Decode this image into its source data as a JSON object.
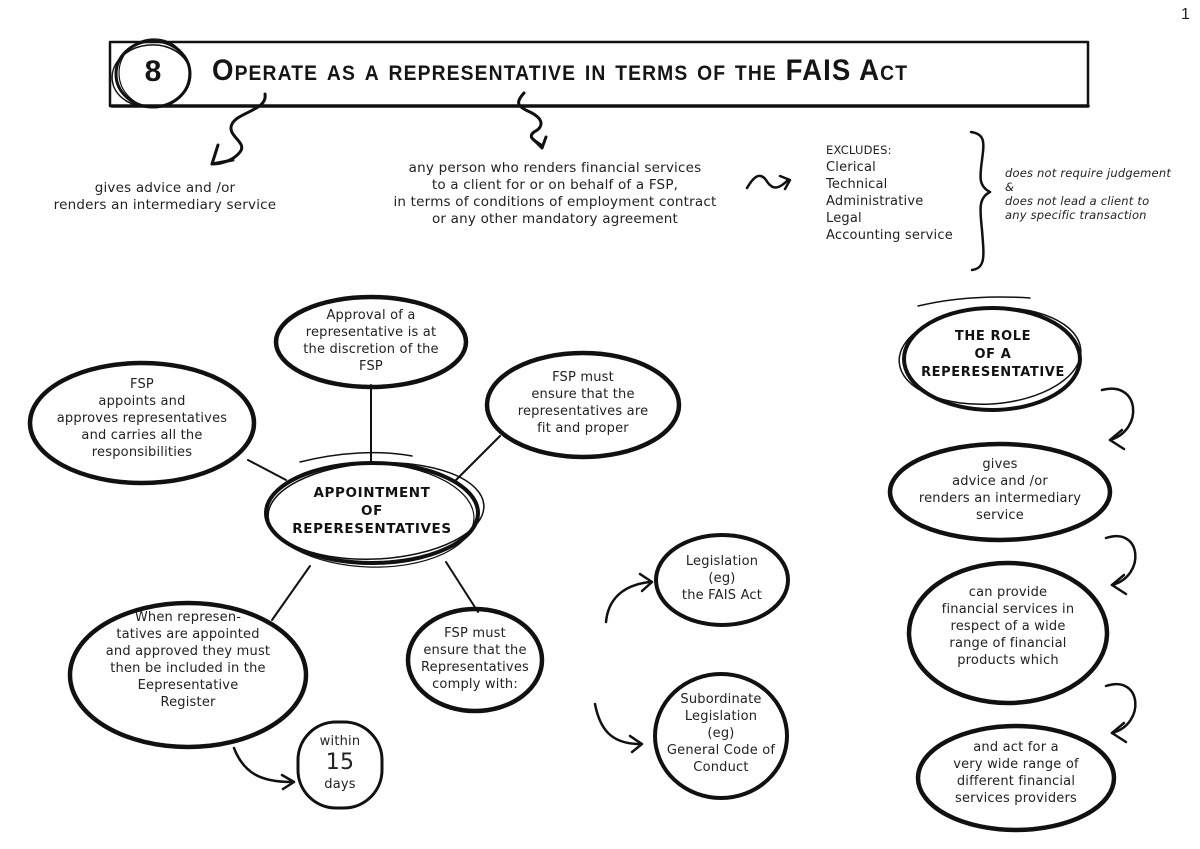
{
  "page": {
    "number": "1"
  },
  "header": {
    "section_number": "8",
    "title": "Operate as a representative in terms of the FAIS Act"
  },
  "top_definitions": {
    "left": [
      "gives advice and /or",
      "renders an intermediary service"
    ],
    "middle": [
      "any person who renders financial services",
      "to a client for or on behalf of a FSP,",
      "in terms of conditions of employment contract",
      "or any other mandatory agreement"
    ],
    "excludes": {
      "label": "EXCLUDES:",
      "items": [
        "Clerical",
        "Technical",
        "Administrative",
        "Legal",
        "Accounting service"
      ],
      "note": [
        "does not require judgement",
        "&",
        "does not lead a client to",
        "any specific transaction"
      ]
    }
  },
  "appointment_map": {
    "center": [
      "APPOINTMENT",
      "OF",
      "REPERESENTATIVES"
    ],
    "nodes": {
      "fsp_appoints": [
        "FSP",
        "appoints and",
        "approves representatives",
        "and carries all the",
        "responsibilities"
      ],
      "approval_discretion": [
        "Approval of a",
        "representative is at",
        "the discretion of the",
        "FSP"
      ],
      "fit_proper": [
        "FSP must",
        "ensure that the",
        "representatives are",
        "fit and proper"
      ],
      "register": [
        "When represen-",
        "tatives are appointed",
        "and approved they must",
        "then be included in the",
        "Eepresentative",
        "Register"
      ],
      "within_days": {
        "top": "within",
        "number": "15",
        "bottom": "days"
      },
      "comply": [
        "FSP must",
        "ensure that the",
        "Representatives",
        "comply with:"
      ],
      "legislation": [
        "Legislation",
        "(eg)",
        "the FAIS Act"
      ],
      "subordinate": [
        "Subordinate",
        "Legislation",
        "(eg)",
        "General Code of",
        "Conduct"
      ]
    }
  },
  "role_chain": {
    "title": [
      "THE ROLE",
      "OF A",
      "REPERESENTATIVE"
    ],
    "steps": [
      [
        "gives",
        "advice and /or",
        "renders an intermediary",
        "service"
      ],
      [
        "can provide",
        "financial services in",
        "respect of a wide",
        "range of financial",
        "products which"
      ],
      [
        "and act for a",
        "very wide range of",
        "different financial",
        "services providers"
      ]
    ]
  }
}
